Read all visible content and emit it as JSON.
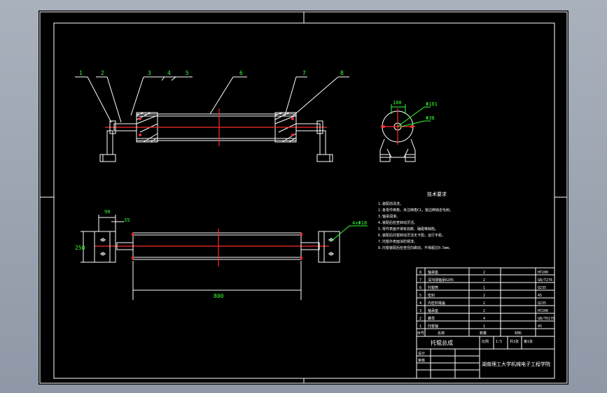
{
  "drawing": {
    "balloons": [
      "1",
      "2",
      "3",
      "4",
      "5",
      "6",
      "7",
      "8"
    ],
    "side_view": {
      "dim_width": "180",
      "dim_dia1": "Φ101",
      "dim_dia2": "Φ38"
    },
    "plan_view": {
      "dim_length": "800",
      "dim_height": "250",
      "dim_top1": "90",
      "dim_top2": "35",
      "dim_right": "4xΦ18"
    },
    "tech_req": {
      "title": "技术要求",
      "lines": [
        "1.装配前清洗。",
        "2.各零件倒角，未注倒角C1，锐边倒钝去毛刺。",
        "3.轴承润滑。",
        "4.装配后检查转动灵活。",
        "5.零件表面不得有划痕、磕碰等缺陷。",
        "6.装配后托辊转动灵活无卡阻，运行平稳。",
        "7.托辊外表面涂防锈漆。",
        "8.托辊装配后检查径向跳动，不得超过0.5mm。"
      ]
    },
    "parts_table": {
      "rows": [
        [
          "8",
          "轴承座",
          "2",
          "HT200"
        ],
        [
          "7",
          "深沟球轴承6205",
          "2",
          "GB/T276"
        ],
        [
          "6",
          "托辊筒",
          "1",
          "Q235"
        ],
        [
          "5",
          "密封",
          "2",
          "45"
        ],
        [
          "4",
          "内密封端盖",
          "2",
          "Q235"
        ],
        [
          "3",
          "轴承座",
          "2",
          "HT200"
        ],
        [
          "2",
          "螺母",
          "4",
          "GB/T6170"
        ],
        [
          "1",
          "托辊轴",
          "1",
          "45"
        ]
      ],
      "header": [
        "序号",
        "名称",
        "数量",
        "材料"
      ],
      "project_label": "托辊总成",
      "info": [
        "比例",
        "1:5",
        "共1张",
        "第1张"
      ],
      "designer": "设计",
      "checker": "审核",
      "school": "湖南理工大学机械电子工程学院"
    }
  }
}
